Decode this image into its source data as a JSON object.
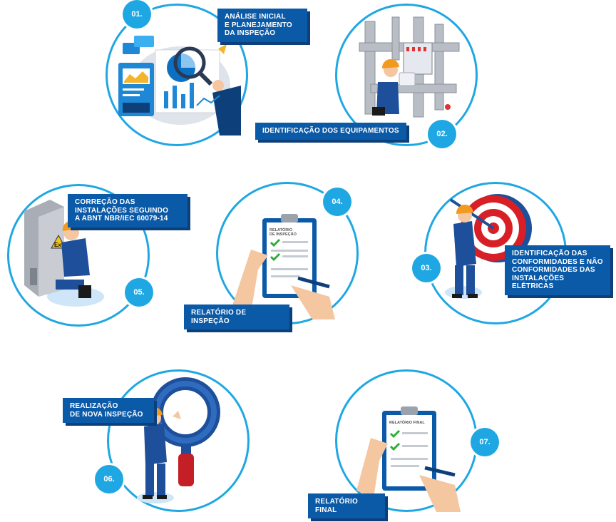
{
  "steps": [
    {
      "num": "01.",
      "lines": [
        "ANÁLISE INICIAL",
        "E  PLANEJAMENTO",
        "DA INSPEÇÃO"
      ]
    },
    {
      "num": "02.",
      "lines": [
        "IDENTIFICAÇÃO DOS EQUIPAMENTOS"
      ]
    },
    {
      "num": "03.",
      "lines": [
        "IDENTIFICAÇÃO DAS",
        "CONFORMIDADES E NÃO",
        "CONFORMIDADES DAS",
        "INSTALAÇÕES ELÉTRICAS"
      ]
    },
    {
      "num": "04.",
      "lines": [
        "RELATÓRIO DE INSPEÇÃO"
      ]
    },
    {
      "num": "05.",
      "lines": [
        "CORREÇÃO DAS",
        "INSTALAÇÕES SEGUINDO",
        "A ABNT NBR/IEC 60079-14"
      ]
    },
    {
      "num": "06.",
      "lines": [
        "REALIZAÇÃO",
        "DE NOVA INSPEÇÃO"
      ]
    },
    {
      "num": "07.",
      "lines": [
        "RELATÓRIO FINAL"
      ]
    }
  ],
  "clipboards": {
    "report": [
      "RELATÓRIO",
      "DE INSPEÇÃO"
    ],
    "final": [
      "RELATÓRIO FINAL"
    ]
  },
  "ex_sign": "Ex",
  "colors": {
    "ring": "#1fa7e3",
    "label": "#0b5aa8",
    "badge": "#1fa7e3",
    "worker": "#1d4f9a",
    "helmet": "#f29a1f"
  }
}
